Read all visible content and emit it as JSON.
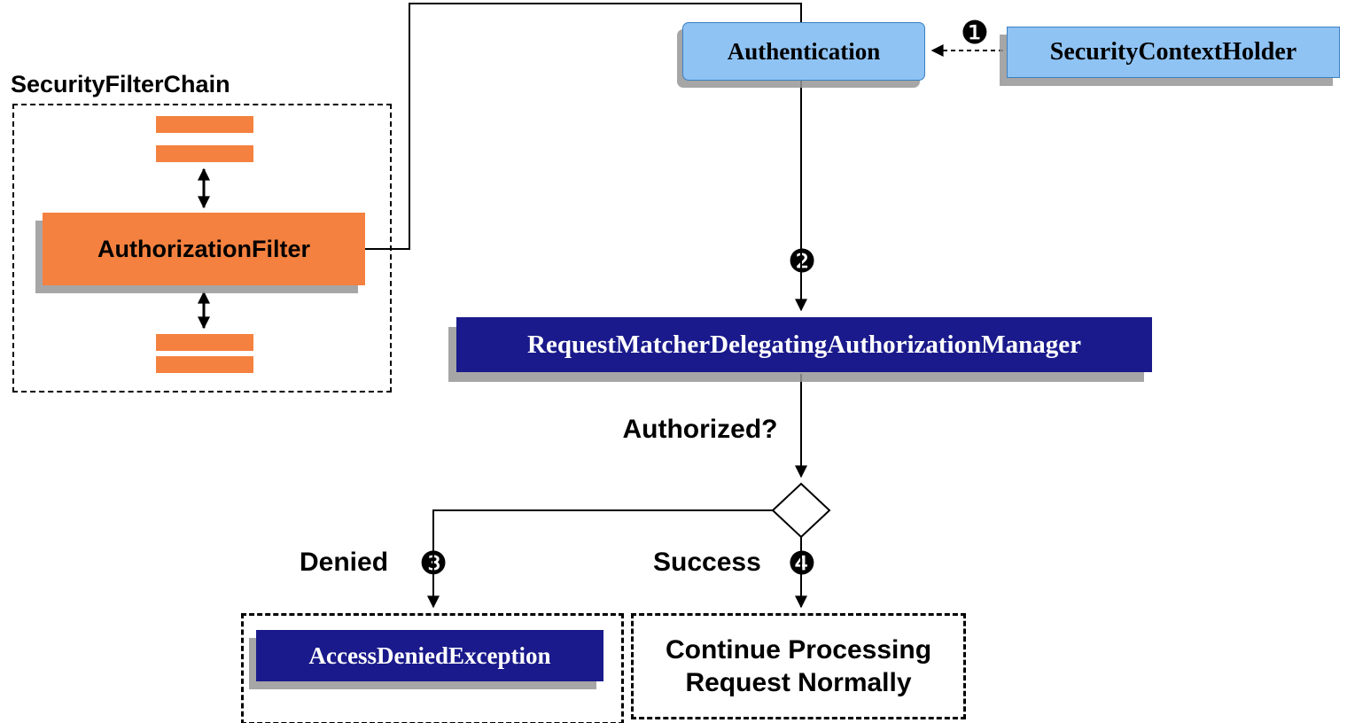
{
  "sfc": {
    "title": "SecurityFilterChain",
    "filter": "AuthorizationFilter"
  },
  "boxes": {
    "authentication": "Authentication",
    "security_context_holder": "SecurityContextHolder",
    "authorization_manager": "RequestMatcherDelegatingAuthorizationManager",
    "access_denied_exception": "AccessDeniedException",
    "continue_line1": "Continue Processing",
    "continue_line2": "Request Normally"
  },
  "labels": {
    "authorized_question": "Authorized?",
    "denied": "Denied",
    "success": "Success"
  },
  "steps": {
    "step1": "❶",
    "step2": "❷",
    "step3": "❸",
    "step4": "❹"
  },
  "colors": {
    "orange": "#F4813F",
    "light_blue": "#8FC3F4",
    "navy": "#1A1A8C",
    "shadow": "#969696"
  }
}
